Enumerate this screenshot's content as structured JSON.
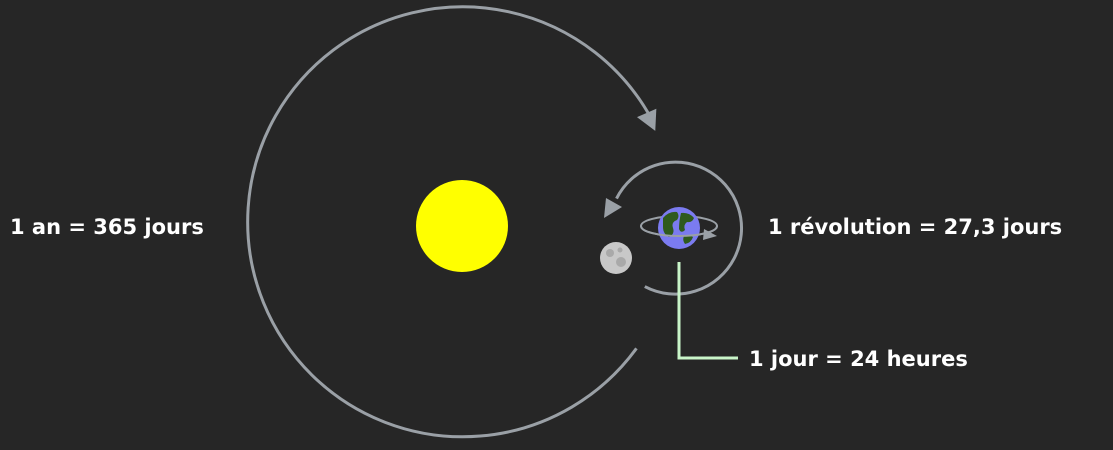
{
  "labels": {
    "year": "1 an = 365 jours",
    "revolution": "1 révolution = 27,3 jours",
    "day": "1 jour = 24 heures"
  },
  "colors": {
    "background": "#262626",
    "orbit": "#9aa0a6",
    "sun": "#ffff00",
    "earth_ocean": "#7b7bf0",
    "earth_land": "#2f5a1e",
    "moon": "#c8c8c8",
    "day_pointer": "#c9f5c9",
    "text": "#ffffff"
  },
  "icons": {
    "sun": "sun-icon",
    "earth": "earth-icon",
    "moon": "moon-icon"
  }
}
